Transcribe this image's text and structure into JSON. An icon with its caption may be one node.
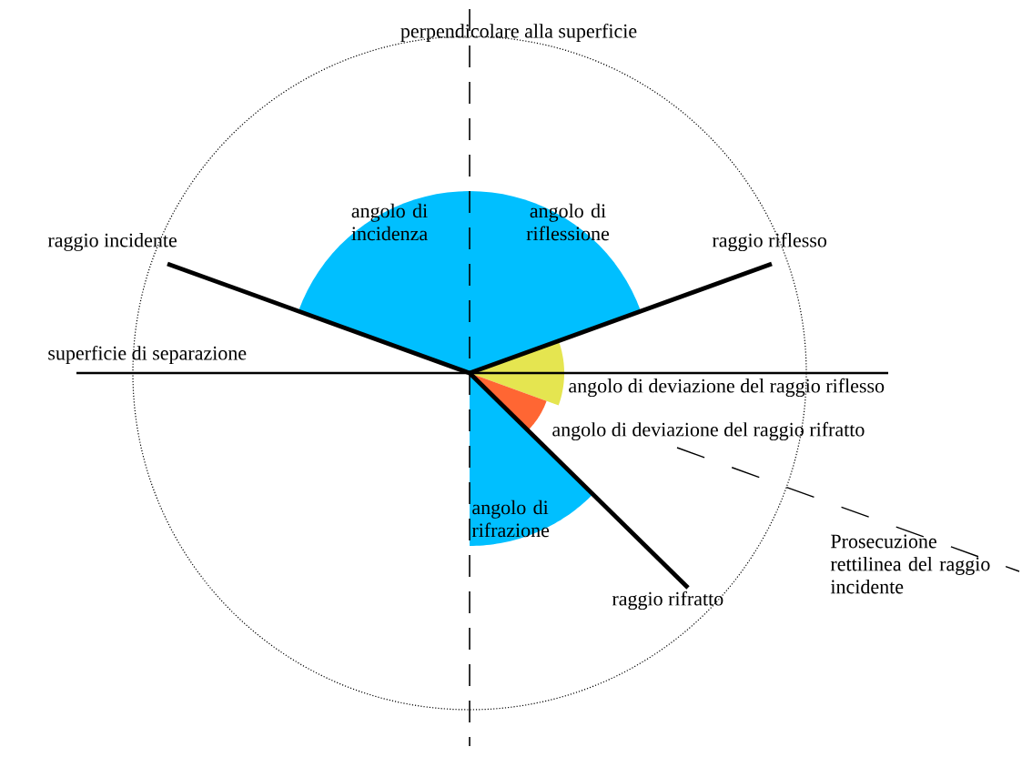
{
  "diagram": {
    "labels": [
      "perpendicolare alla superficie",
      "raggio incidente",
      "raggio riflesso",
      "angolo di incidenza",
      "angolo di riflessione",
      "superficie di separazione",
      "angolo di deviazione del raggio riflesso",
      "angolo di deviazione del raggio rifratto",
      "angolo di rifrazione",
      "Prosecuzione rettilinea del raggio incidente",
      "raggio rifratto"
    ]
  }
}
